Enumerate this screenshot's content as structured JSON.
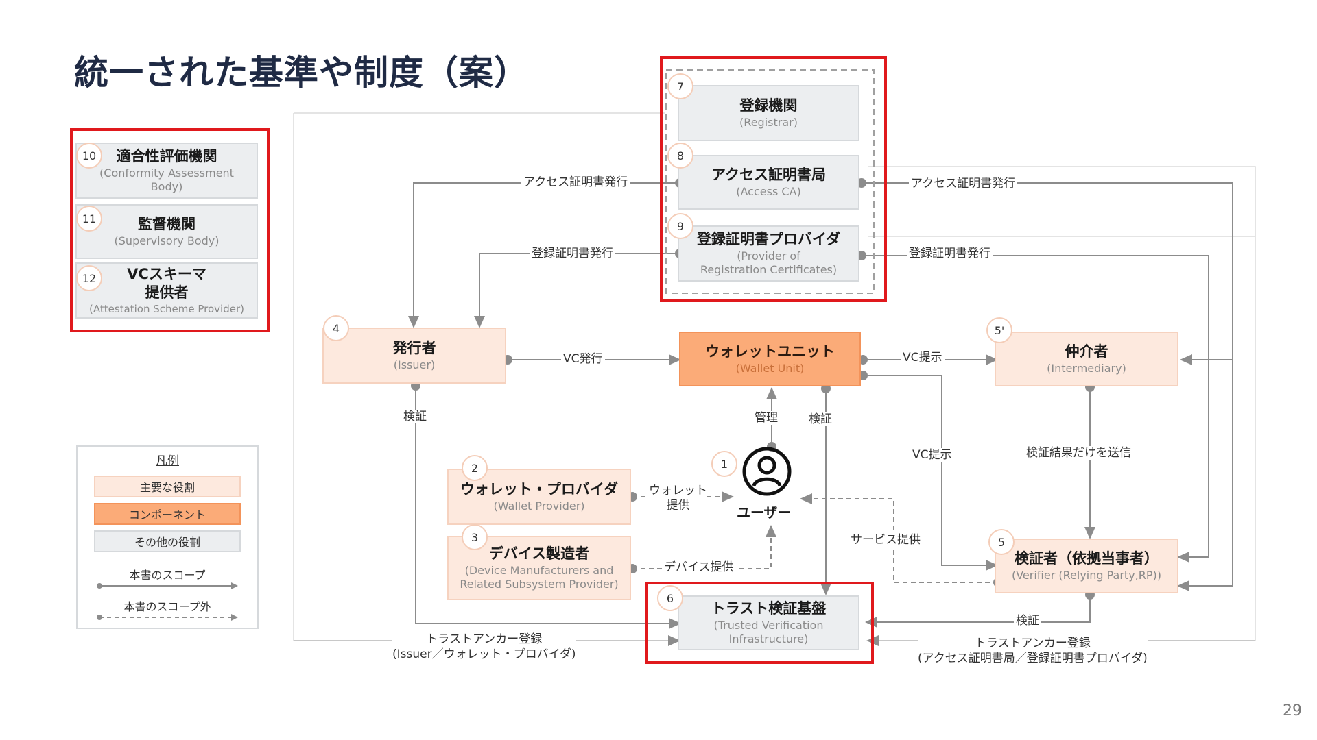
{
  "title": "統一された基準や制度（案）",
  "page_number": "29",
  "colors": {
    "primary_role": "#fde9de",
    "component": "#fbab78",
    "other_role": "#eceef0",
    "highlight_frame": "#e0191d",
    "arrow": "#8c8c8c"
  },
  "nodes": {
    "registrar": {
      "num": "7",
      "jp": "登録機関",
      "en": "(Registrar)"
    },
    "access_ca": {
      "num": "8",
      "jp": "アクセス証明書局",
      "en": "(Access CA)"
    },
    "reg_cert_provider": {
      "num": "9",
      "jp": "登録証明書プロバイダ",
      "en1": "(Provider of",
      "en2": "Registration Certificates)"
    },
    "conformity": {
      "num": "10",
      "jp": "適合性評価機関",
      "en1": "(Conformity Assessment",
      "en2": "Body)"
    },
    "supervisory": {
      "num": "11",
      "jp": "監督機関",
      "en": "(Supervisory Body)"
    },
    "vc_scheme": {
      "num": "12",
      "jp1": "VCスキーマ",
      "jp2": "提供者",
      "en": "(Attestation Scheme Provider)"
    },
    "issuer": {
      "num": "4",
      "jp": "発行者",
      "en": "(Issuer)"
    },
    "wallet_unit": {
      "jp": "ウォレットユニット",
      "en": "(Wallet Unit)"
    },
    "intermediary": {
      "num": "5'",
      "jp": "仲介者",
      "en": "(Intermediary)"
    },
    "user": {
      "num": "1",
      "label": "ユーザー"
    },
    "wallet_provider": {
      "num": "2",
      "jp": "ウォレット・プロバイダ",
      "en": "(Wallet Provider)"
    },
    "device_manufacturer": {
      "num": "3",
      "jp": "デバイス製造者",
      "en1": "(Device Manufacturers and",
      "en2": "Related Subsystem Provider)"
    },
    "trust_infra": {
      "num": "6",
      "jp": "トラスト検証基盤",
      "en1": "(Trusted Verification",
      "en2": "Infrastructure)"
    },
    "verifier": {
      "num": "5",
      "jp": "検証者（依拠当事者）",
      "en": "(Verifier (Relying Party,RP))"
    }
  },
  "edges": {
    "access_cert_issue_left": "アクセス証明書発行",
    "access_cert_issue_right": "アクセス証明書発行",
    "reg_cert_issue_left": "登録証明書発行",
    "reg_cert_issue_right": "登録証明書発行",
    "vc_issue": "VC発行",
    "vc_present_1": "VC提示",
    "vc_present_2": "VC提示",
    "verify_issuer": "検証",
    "manage": "管理",
    "verify_wallet": "検証",
    "verify_result": "検証結果だけを送信",
    "wallet_provide_1": "ウォレット",
    "wallet_provide_2": "提供",
    "device_provide": "デバイス提供",
    "service_provide": "サービス提供",
    "verify_verifier": "検証",
    "trust_anchor_left_1": "トラストアンカー登録",
    "trust_anchor_left_2": "(Issuer／ウォレット・プロバイダ)",
    "trust_anchor_right_1": "トラストアンカー登録",
    "trust_anchor_right_2": "(アクセス証明書局／登録証明書プロバイダ)"
  },
  "legend": {
    "title": "凡例",
    "primary": "主要な役割",
    "component": "コンポーネント",
    "other": "その他の役割",
    "in_scope": "本書のスコープ",
    "out_scope": "本書のスコープ外"
  }
}
